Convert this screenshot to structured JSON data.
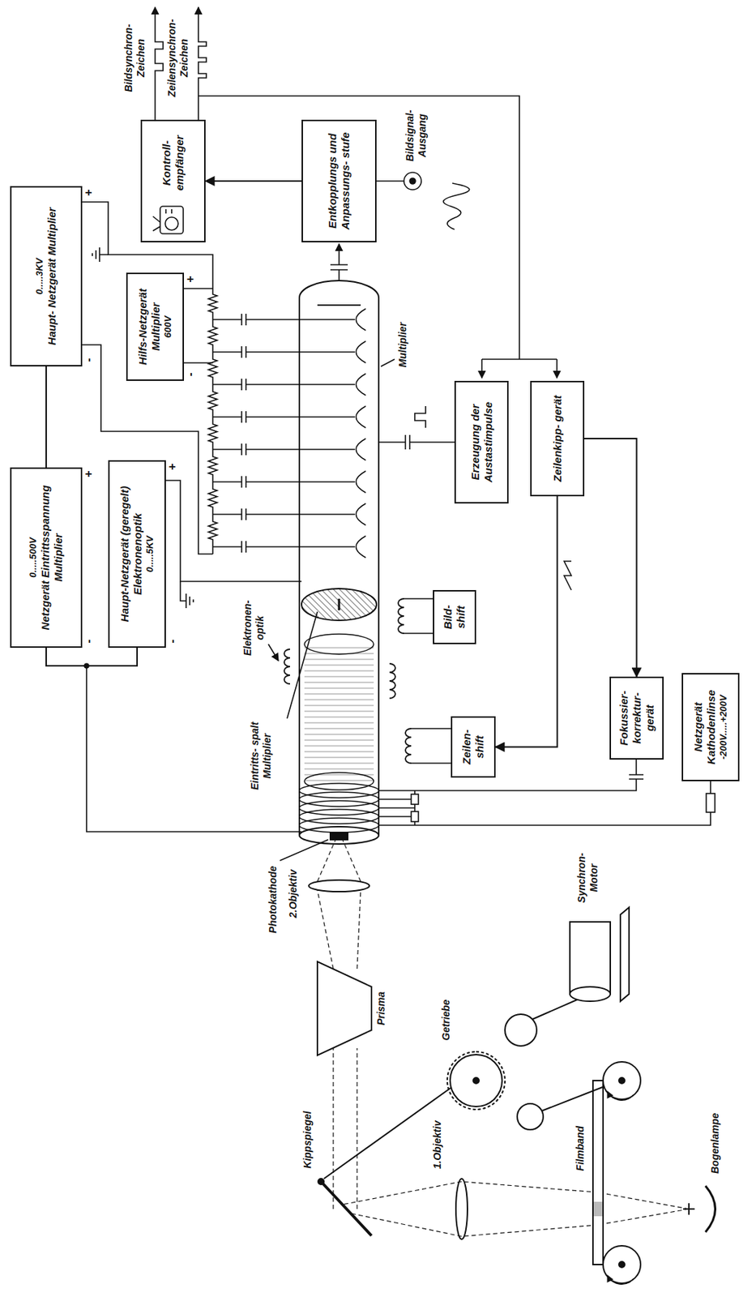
{
  "diagram": {
    "nodes": [
      {
        "text": [
          "0.....500V",
          "Netzgerät Eintrittsspannung Multiplier"
        ]
      },
      {
        "text": [
          "0.....3KV",
          "Haupt- Netzgerät Multiplier"
        ]
      },
      {
        "text": [
          "Haupt-Netzgerät (geregelt) Elektronenoptik",
          "0.....5KV"
        ]
      },
      {
        "text": [
          "Hilfs-Netzgerät Multiplier",
          "600V"
        ]
      },
      {
        "text": [
          "Kontroll- empfänger"
        ]
      },
      {
        "text": [
          "Entkopplungs und Anpassungs- stufe"
        ]
      },
      {
        "text": [
          "Erzeugung der Austastimpulse"
        ]
      },
      {
        "text": [
          "Zeilenkipp- gerät"
        ]
      },
      {
        "text": [
          "Bild- shift"
        ]
      },
      {
        "text": [
          "Zeilen- shift"
        ]
      },
      {
        "text": [
          "Fokussier- korrektur- gerät"
        ]
      },
      {
        "text": [
          "Netzgerät Kathodenlinse",
          "-200V.....+200V"
        ]
      }
    ],
    "edges": [
      {
        "from": 0,
        "to": 1,
        "arrow": "none"
      },
      {
        "from": 0,
        "to": 2,
        "arrow": "none"
      },
      {
        "from": 5,
        "to": 4,
        "arrow": "to"
      },
      {
        "from": 7,
        "to": 9,
        "arrow": "to"
      },
      {
        "from": 7,
        "to": 10,
        "arrow": "to"
      }
    ],
    "labels": [
      "Bildsynchron- Zeichen",
      "Zeilensynchron- Zeichen",
      "Bildsignal- Ausgang",
      "Multiplier",
      "Eintritts- spalt Multiplier",
      "Elektronen- optik",
      "Photokathode",
      "2.Objektiv",
      "Prisma",
      "Kippspiegel",
      "1.Objektiv",
      "Filmband",
      "Bogenlampe",
      "Getriebe",
      "Synchron- Motor",
      "-",
      "+",
      "-",
      "+",
      "-",
      "+",
      "-",
      "+"
    ]
  }
}
